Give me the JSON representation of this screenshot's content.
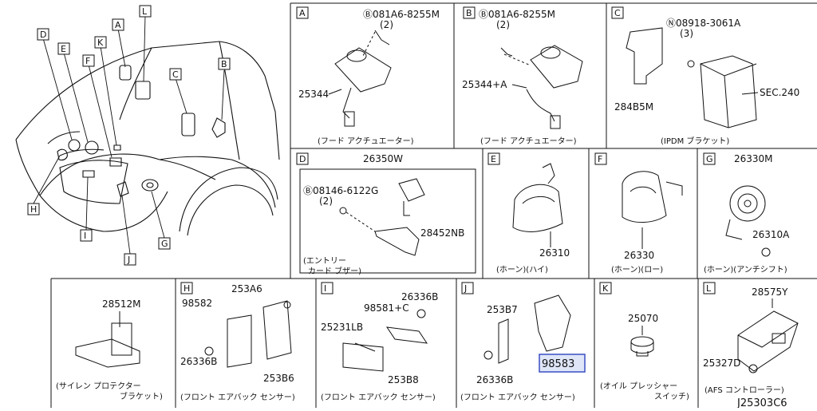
{
  "diagram_id": "J25303C6",
  "overview": {
    "callouts": [
      "A",
      "B",
      "C",
      "D",
      "E",
      "F",
      "G",
      "H",
      "I",
      "J",
      "K",
      "L"
    ]
  },
  "panels": {
    "A": {
      "letter": "A",
      "bolt": "Ⓑ081A6-8255M",
      "qty": "(2)",
      "part": "25344",
      "caption": "(フード アクチュエーター)"
    },
    "B": {
      "letter": "B",
      "bolt": "Ⓑ081A6-8255M",
      "qty": "(2)",
      "part": "25344+A",
      "caption": "(フード アクチュエーター)"
    },
    "C": {
      "letter": "C",
      "nut": "Ⓝ08918-3061A",
      "qty": "(3)",
      "bracket": "284B5M",
      "sec": "SEC.240",
      "caption": "(IPDM ブラケット)"
    },
    "D": {
      "letter": "D",
      "top": "26350W",
      "bolt": "Ⓑ08146-6122G",
      "qty": "(2)",
      "part": "28452NB",
      "caption_1": "(エントリー",
      "caption_2": "カード ブザー)"
    },
    "E": {
      "letter": "E",
      "part": "26310",
      "caption": "(ホーン)(ハイ)"
    },
    "F": {
      "letter": "F",
      "part": "26330",
      "caption": "(ホーン)(ロー)"
    },
    "G": {
      "letter": "G",
      "top": "26330M",
      "part": "26310A",
      "caption": "(ホーン)(アンチシフト)"
    },
    "P28512M": {
      "part": "28512M",
      "caption_1": "(サイレン プロテクター",
      "caption_2": "ブラケット)"
    },
    "H": {
      "letter": "H",
      "p1": "253A6",
      "p2": "98582",
      "p3": "26336B",
      "p4": "253B6",
      "caption": "(フロント エアバック センサー)"
    },
    "I": {
      "letter": "I",
      "p1": "26336B",
      "p2": "98581+C",
      "p3": "25231LB",
      "p4": "253B8",
      "caption": "(フロント エアバック センサー)"
    },
    "J": {
      "letter": "J",
      "p1": "253B7",
      "p2": "26336B",
      "p3": "98583",
      "caption": "(フロント エアバック センサー)"
    },
    "K": {
      "letter": "K",
      "part": "25070",
      "caption_1": "(オイル プレッシャー",
      "caption_2": "スイッチ)"
    },
    "L": {
      "letter": "L",
      "p1": "28575Y",
      "p2": "25327D",
      "caption": "(AFS コントローラー)"
    }
  },
  "colors": {
    "highlight": "#3a4fc4",
    "ink": "#111111"
  }
}
